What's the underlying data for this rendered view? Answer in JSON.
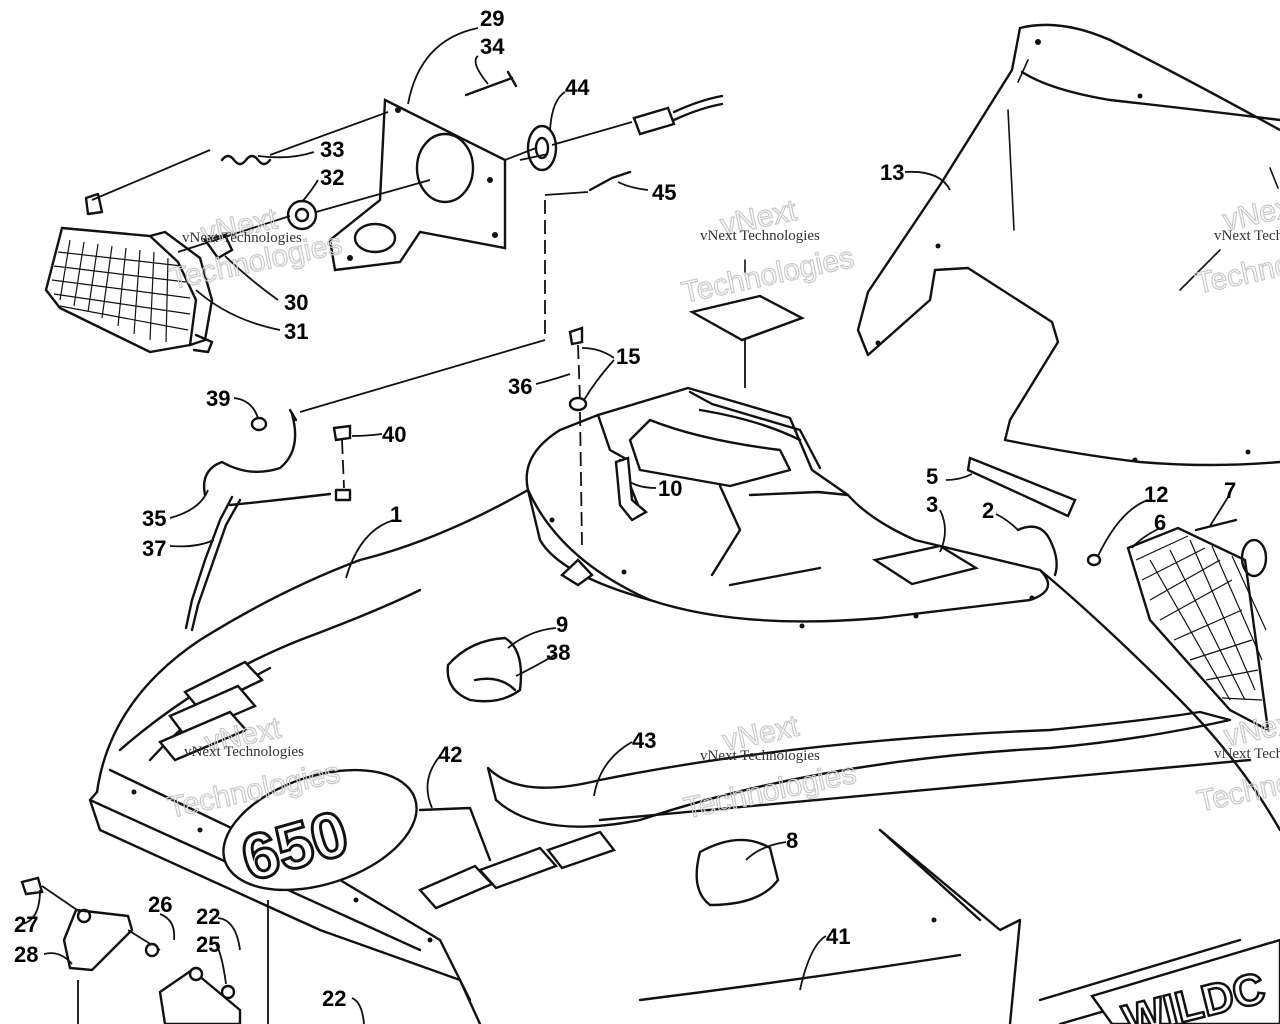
{
  "diagram": {
    "callouts": [
      {
        "id": "c29",
        "label": "29"
      },
      {
        "id": "c34",
        "label": "34"
      },
      {
        "id": "c44",
        "label": "44"
      },
      {
        "id": "c33",
        "label": "33"
      },
      {
        "id": "c32",
        "label": "32"
      },
      {
        "id": "c45",
        "label": "45"
      },
      {
        "id": "c30",
        "label": "30"
      },
      {
        "id": "c31",
        "label": "31"
      },
      {
        "id": "c13",
        "label": "13"
      },
      {
        "id": "c15",
        "label": "15"
      },
      {
        "id": "c36",
        "label": "36"
      },
      {
        "id": "c39",
        "label": "39"
      },
      {
        "id": "c40",
        "label": "40"
      },
      {
        "id": "c10",
        "label": "10"
      },
      {
        "id": "c35",
        "label": "35"
      },
      {
        "id": "c37",
        "label": "37"
      },
      {
        "id": "c1",
        "label": "1"
      },
      {
        "id": "c5",
        "label": "5"
      },
      {
        "id": "c3",
        "label": "3"
      },
      {
        "id": "c2",
        "label": "2"
      },
      {
        "id": "c12",
        "label": "12"
      },
      {
        "id": "c7",
        "label": "7"
      },
      {
        "id": "c6",
        "label": "6"
      },
      {
        "id": "c9",
        "label": "9"
      },
      {
        "id": "c38",
        "label": "38"
      },
      {
        "id": "c43",
        "label": "43"
      },
      {
        "id": "c42",
        "label": "42"
      },
      {
        "id": "c8",
        "label": "8"
      },
      {
        "id": "c27",
        "label": "27"
      },
      {
        "id": "c26",
        "label": "26"
      },
      {
        "id": "c22a",
        "label": "22"
      },
      {
        "id": "c25",
        "label": "25"
      },
      {
        "id": "c28",
        "label": "28"
      },
      {
        "id": "c41",
        "label": "41"
      },
      {
        "id": "c22b",
        "label": "22"
      }
    ],
    "decal_model": "650",
    "decal_brand": "WILDC",
    "watermark": {
      "small": "vNext Technologies",
      "big_line1": "vNext",
      "big_line2": "Technologies"
    }
  }
}
